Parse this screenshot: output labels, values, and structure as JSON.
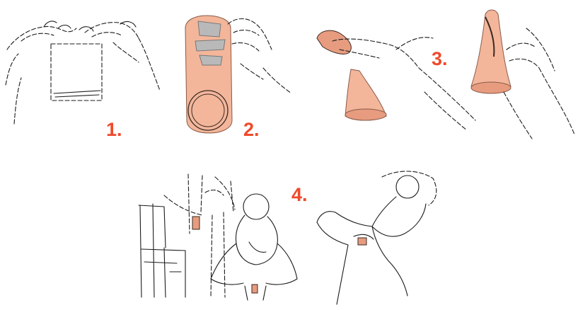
{
  "colors": {
    "accent": "#ef4a2b",
    "sheath_fill": "#f3b69b",
    "sheath_inner": "#e79c7f",
    "packet_grey": "#b9b9b9",
    "ink": "#1b1b1b"
  },
  "steps": [
    {
      "label": "1.",
      "depicts": "hands-tearing-packet-icon"
    },
    {
      "label": "2.",
      "depicts": "hand-holding-sheath-icon"
    },
    {
      "label": "3.",
      "depicts": "hands-folding-inner-ring-icon"
    },
    {
      "label": "4.",
      "depicts": "insertion-positions-icon"
    }
  ]
}
